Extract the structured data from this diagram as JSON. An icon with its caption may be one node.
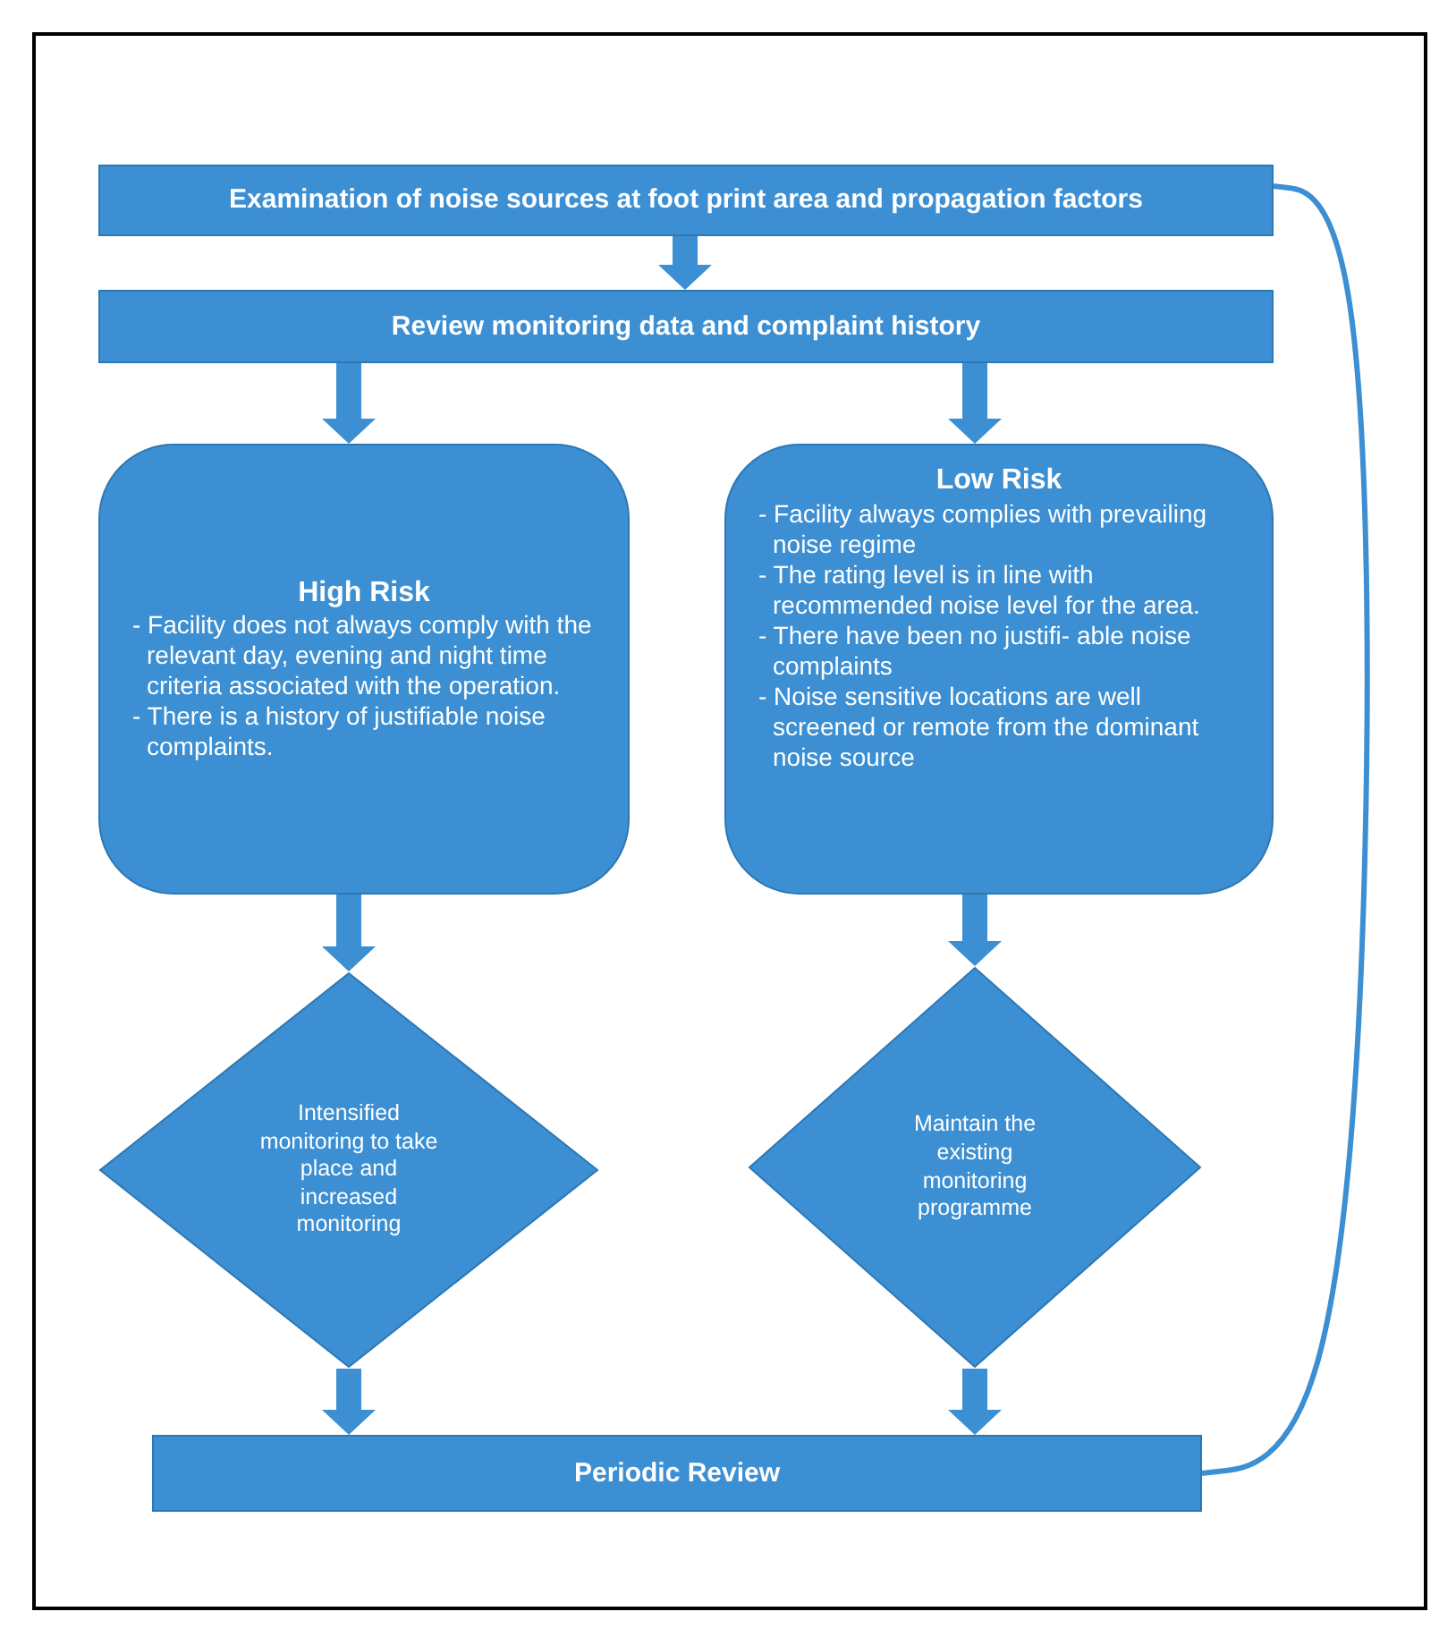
{
  "diagram": {
    "nodes": [
      {
        "text": [
          "Examination of noise sources at foot print area and propagation factors"
        ]
      },
      {
        "text": [
          "Review monitoring data and complaint history"
        ]
      },
      {
        "text": [
          "High Risk",
          "- Facility does not always comply with the relevant day, evening and night time criteria associated with the operation.",
          "- There is a history of justifiable noise complaints."
        ]
      },
      {
        "text": [
          "Low Risk",
          "- Facility always complies with prevailing noise regime",
          "- The rating level is in line with recommended noise level for the area.",
          "- There have been no justifi- able noise complaints",
          "- Noise sensitive locations are well screened or remote from the dominant noise source"
        ]
      },
      {
        "text": [
          "Intensified monitoring to take place and increased monitoring"
        ]
      },
      {
        "text": [
          "Maintain the existing monitoring programme"
        ]
      },
      {
        "text": [
          "Periodic Review"
        ]
      }
    ],
    "edges": [
      {
        "from": 0,
        "to": 1,
        "arrow": "to"
      },
      {
        "from": 1,
        "to": 2,
        "arrow": "to"
      },
      {
        "from": 1,
        "to": 3,
        "arrow": "to"
      },
      {
        "from": 2,
        "to": 4,
        "arrow": "to"
      },
      {
        "from": 3,
        "to": 5,
        "arrow": "to"
      },
      {
        "from": 4,
        "to": 6,
        "arrow": "to"
      },
      {
        "from": 5,
        "to": 6,
        "arrow": "to"
      },
      {
        "from": 6,
        "to": 0,
        "arrow": "none"
      }
    ]
  }
}
